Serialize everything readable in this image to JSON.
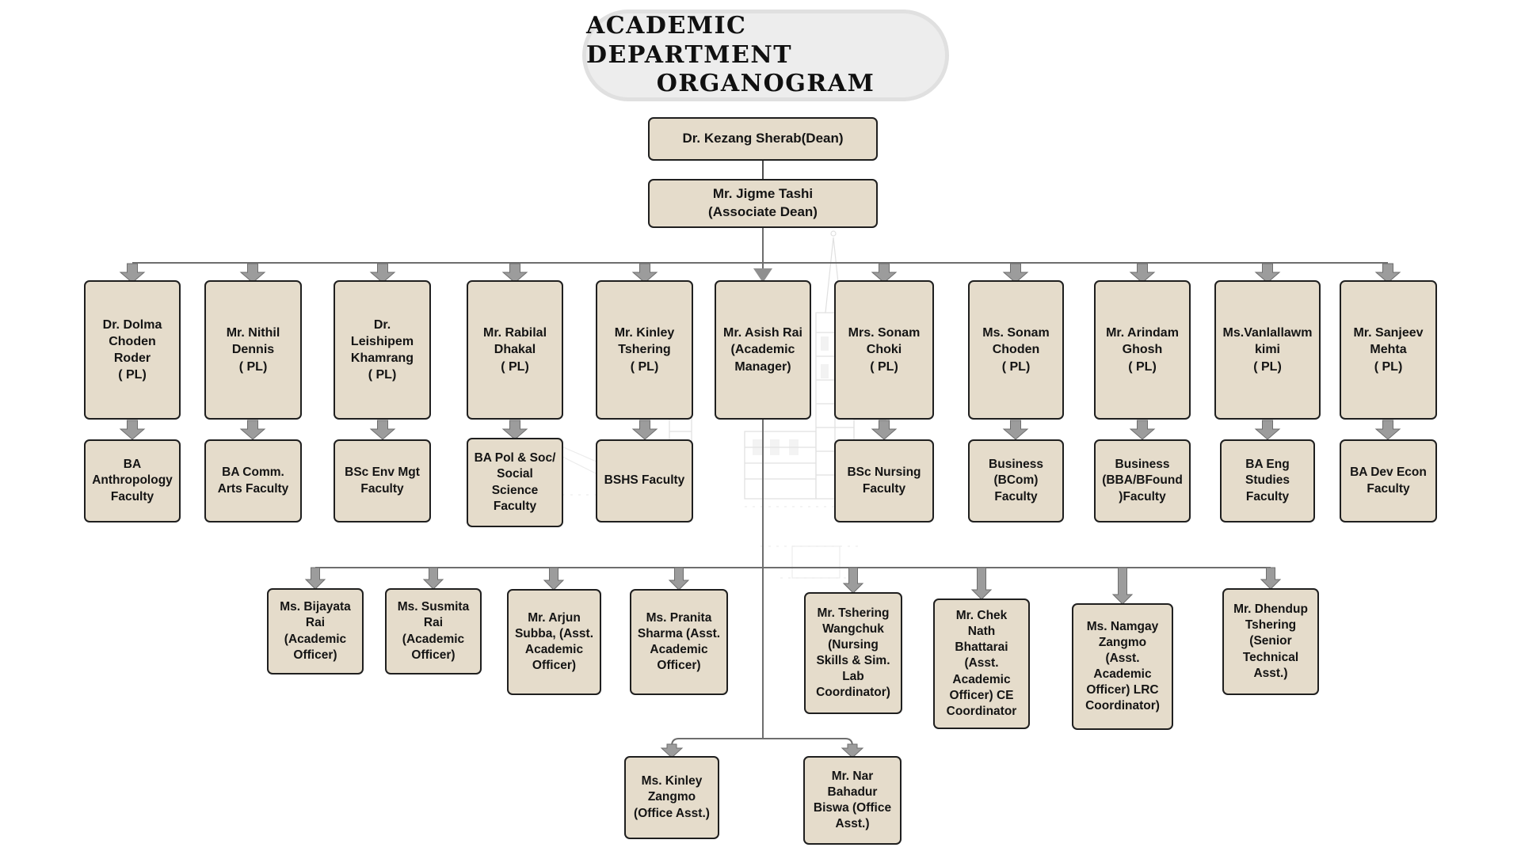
{
  "title": {
    "line1": "ACADEMIC DEPARTMENT",
    "line2": "ORGANOGRAM"
  },
  "nodes": {
    "dean": "Dr. Kezang Sherab(Dean)",
    "associate_dean": "Mr. Jigme Tashi\n(Associate Dean)",
    "pl_row": [
      "Dr. Dolma\nChoden\nRoder\n( PL)",
      "Mr. Nithil\nDennis\n( PL)",
      "Dr.\nLeishipem\nKhamrang\n( PL)",
      "Mr. Rabilal\nDhakal\n( PL)",
      "Mr. Kinley\nTshering\n( PL)",
      "Mr. Asish Rai\n(Academic\nManager)",
      "Mrs. Sonam\nChoki\n( PL)",
      "Ms. Sonam\nChoden\n( PL)",
      "Mr. Arindam\nGhosh\n( PL)",
      "Ms.Vanlallawm\nkimi\n( PL)",
      "Mr. Sanjeev\nMehta\n( PL)"
    ],
    "faculty_row": [
      "BA\nAnthropology\nFaculty",
      "BA Comm.\nArts Faculty",
      "BSc Env Mgt\nFaculty",
      "BA Pol & Soc/\nSocial\nScience\nFaculty",
      "BSHS Faculty",
      "BSc Nursing\nFaculty",
      "Business\n(BCom)\nFaculty",
      "Business\n(BBA/BFound\n)Faculty",
      "BA Eng\nStudies\nFaculty",
      "BA Dev Econ\nFaculty"
    ],
    "officer_row": [
      "Ms. Bijayata\nRai\n(Academic\nOfficer)",
      "Ms. Susmita\nRai\n(Academic\nOfficer)",
      "Mr. Arjun\nSubba, (Asst.\nAcademic\nOfficer)",
      "Ms. Pranita\nSharma (Asst.\nAcademic\nOfficer)",
      "Mr. Tshering\nWangchuk\n(Nursing\nSkills & Sim.\nLab\nCoordinator)",
      "Mr. Chek\nNath\nBhattarai\n(Asst.\nAcademic\nOfficer) CE\nCoordinator",
      "Ms. Namgay\nZangmo\n(Asst.\nAcademic\nOfficer) LRC\nCoordinator)",
      "Mr. Dhendup\nTshering\n(Senior\nTechnical\nAsst.)"
    ],
    "office_row": [
      "Ms. Kinley\nZangmo\n(Office Asst.)",
      "Mr. Nar\nBahadur\nBiswa (Office\nAsst.)"
    ]
  },
  "colors": {
    "box_fill": "#e5dccb",
    "box_border": "#1f1f1f",
    "connector": "#6e6e6e",
    "connector_dark": "#4d4d4d",
    "arrow_fill": "#9c9c9c",
    "arrow_edge": "#6e6e6e",
    "title_bg": "#ededed",
    "title_border": "#e0e0e0",
    "title_text": "#101010",
    "text": "#141414"
  }
}
